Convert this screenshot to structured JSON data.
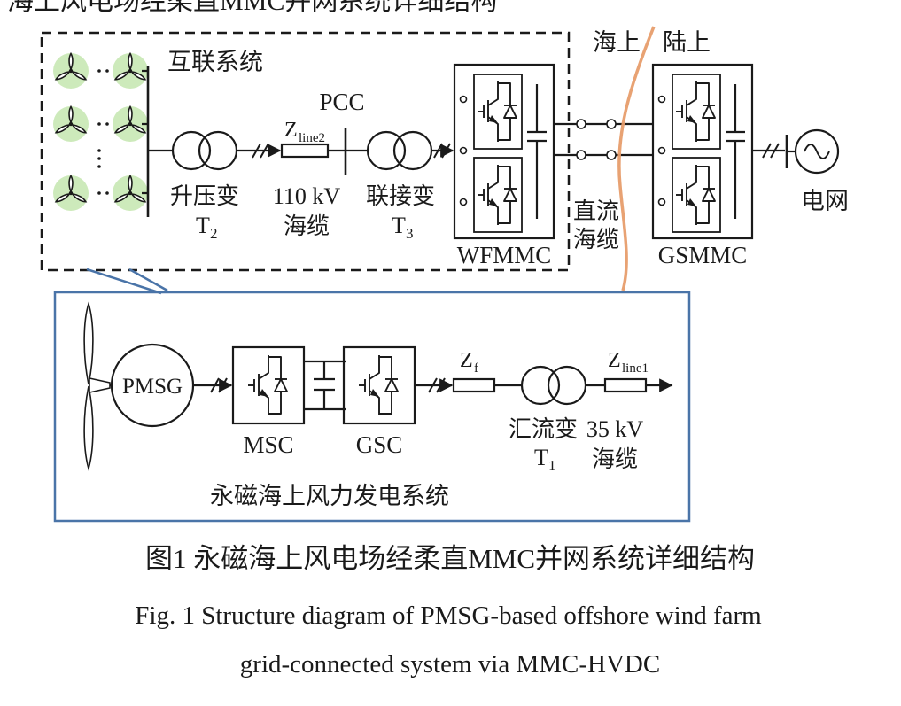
{
  "colors": {
    "coastline": "#e79d6b",
    "detail_box": "#4a74a8",
    "callout": "#4a74a8",
    "turbine_halo": "#cdeabb",
    "ink": "#1a1a1a"
  },
  "top_cropped_text": "海上风电场经柔直MMC并网系统详细结构",
  "upper_diagram": {
    "interconnected_system": "互联系统",
    "pcc": "PCC",
    "step_up_transformer": "升压变",
    "t2": {
      "base": "T",
      "sub": "2"
    },
    "z_line2": {
      "base": "Z",
      "sub": "line2"
    },
    "cable_110kv": [
      "110 kV",
      "海缆"
    ],
    "link_transformer": "联接变",
    "t3": {
      "base": "T",
      "sub": "3"
    },
    "wfmmc": "WFMMC",
    "offshore": "海上",
    "onshore": "陆上",
    "dc_cable": [
      "直流",
      "海缆"
    ],
    "gsmmc": "GSMMC",
    "grid": "电网"
  },
  "lower_diagram": {
    "pmsg": "PMSG",
    "msc": "MSC",
    "gsc": "GSC",
    "z_f": {
      "base": "Z",
      "sub": "f"
    },
    "collector_transformer": "汇流变",
    "t1": {
      "base": "T",
      "sub": "1"
    },
    "z_line1": {
      "base": "Z",
      "sub": "line1"
    },
    "cable_35kv": [
      "35 kV",
      "海缆"
    ],
    "system_label": "永磁海上风力发电系统"
  },
  "caption": {
    "zh": "图1  永磁海上风电场经柔直MMC并网系统详细结构",
    "en_line1": "Fig. 1  Structure diagram of PMSG-based offshore wind farm",
    "en_line2": "grid-connected system via MMC-HVDC"
  }
}
